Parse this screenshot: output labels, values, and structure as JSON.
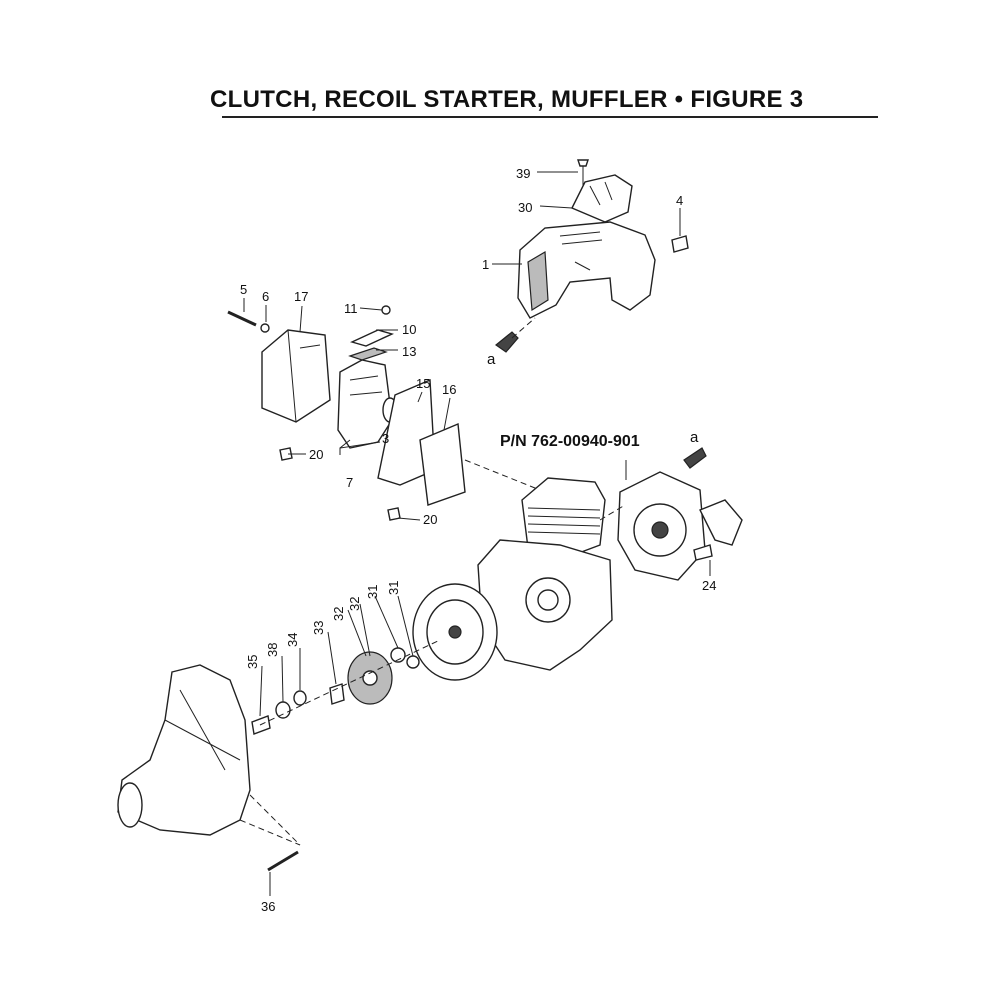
{
  "title": "CLUTCH, RECOIL STARTER, MUFFLER  •  FIGURE 3",
  "part_number_label": "P/N  762-00940-901",
  "reference_marks": {
    "top": "a",
    "right": "a"
  },
  "callouts": {
    "c39": "39",
    "c30": "30",
    "c4": "4",
    "c1": "1",
    "c5": "5",
    "c6": "6",
    "c17": "17",
    "c11": "11",
    "c10": "10",
    "c13": "13",
    "c15": "15",
    "c16": "16",
    "c3": "3",
    "c7": "7",
    "c20a": "20",
    "c20b": "20",
    "c24": "24",
    "c31a": "31",
    "c31b": "31",
    "c32a": "32",
    "c32b": "32",
    "c33": "33",
    "c34": "34",
    "c38": "38",
    "c35": "35",
    "c36": "36"
  }
}
